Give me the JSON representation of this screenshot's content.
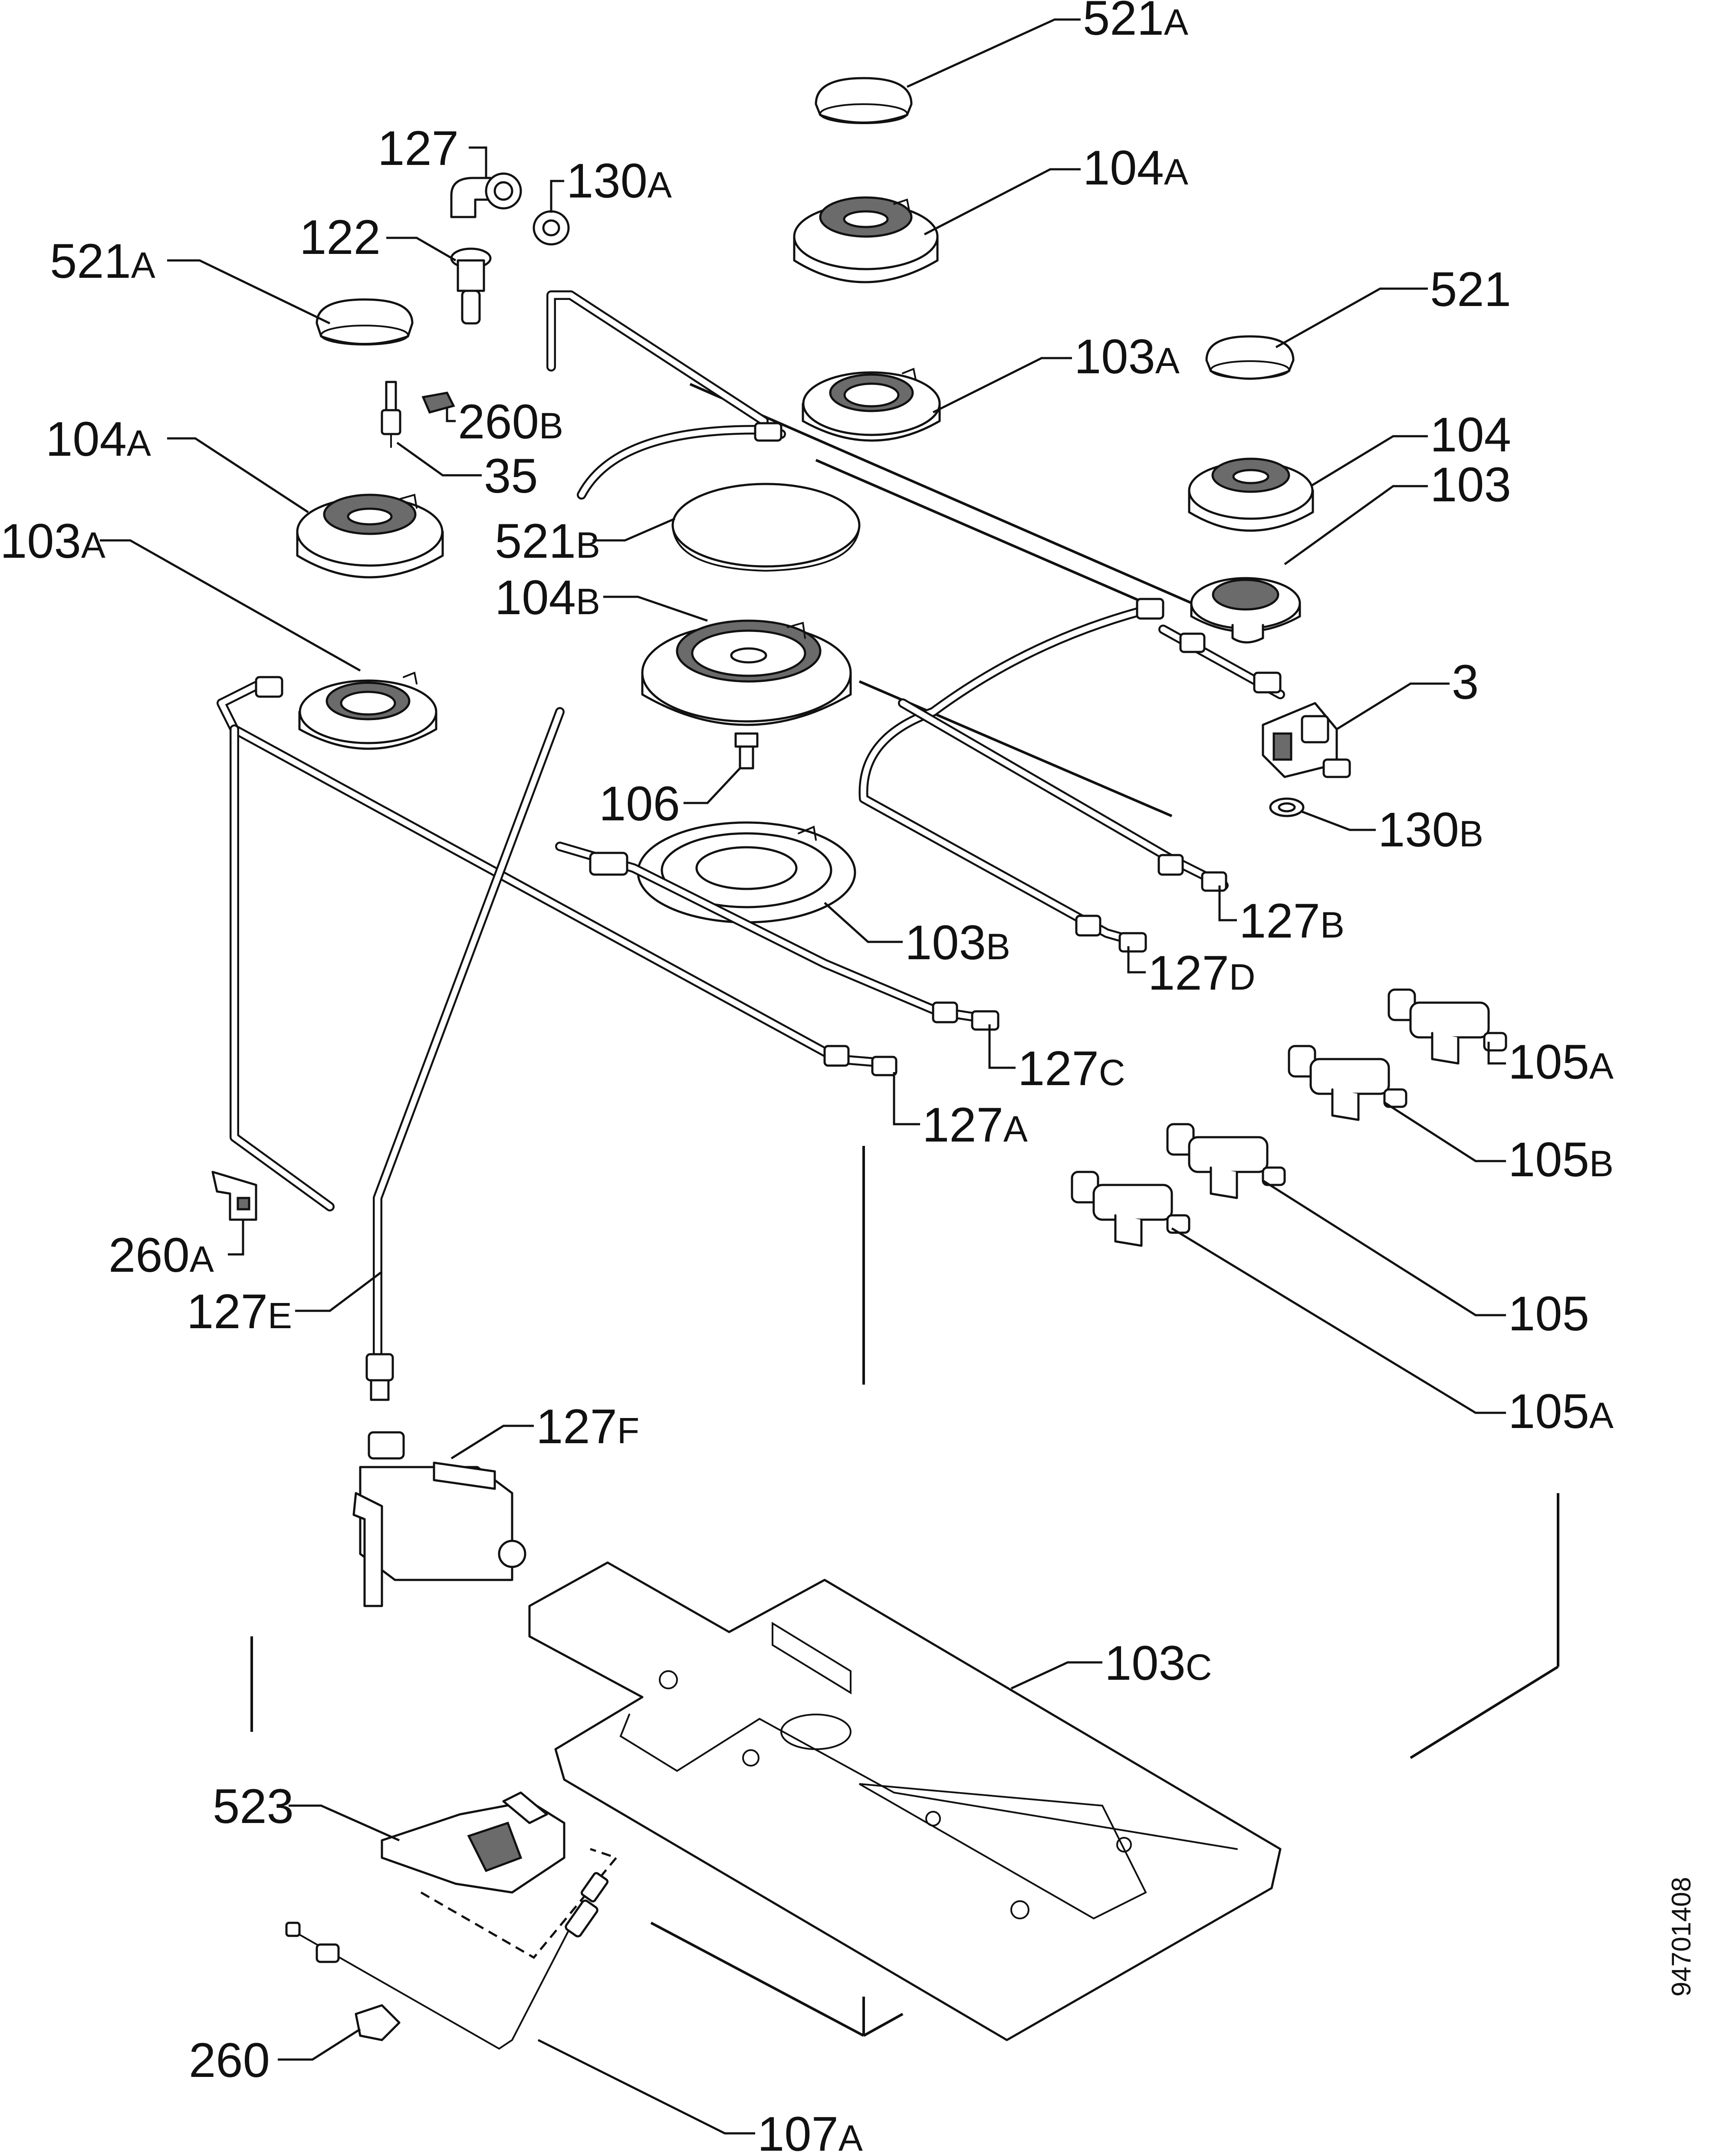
{
  "parts": [
    {
      "id": "521a-top",
      "number": "521",
      "suffix": "A"
    },
    {
      "id": "104a-top",
      "number": "104",
      "suffix": "A"
    },
    {
      "id": "521-right",
      "number": "521",
      "suffix": ""
    },
    {
      "id": "103a-top",
      "number": "103",
      "suffix": "A"
    },
    {
      "id": "104-right",
      "number": "104",
      "suffix": ""
    },
    {
      "id": "103-right",
      "number": "103",
      "suffix": ""
    },
    {
      "id": "3",
      "number": "3",
      "suffix": ""
    },
    {
      "id": "130b",
      "number": "130",
      "suffix": "B"
    },
    {
      "id": "127b",
      "number": "127",
      "suffix": "B"
    },
    {
      "id": "127d",
      "number": "127",
      "suffix": "D"
    },
    {
      "id": "105a-upper",
      "number": "105",
      "suffix": "A"
    },
    {
      "id": "105b",
      "number": "105",
      "suffix": "B"
    },
    {
      "id": "105",
      "number": "105",
      "suffix": ""
    },
    {
      "id": "105a-lower",
      "number": "105",
      "suffix": "A"
    },
    {
      "id": "127",
      "number": "127",
      "suffix": ""
    },
    {
      "id": "130a",
      "number": "130",
      "suffix": "A"
    },
    {
      "id": "122",
      "number": "122",
      "suffix": ""
    },
    {
      "id": "521a-left",
      "number": "521",
      "suffix": "A"
    },
    {
      "id": "260b",
      "number": "260",
      "suffix": "B"
    },
    {
      "id": "35",
      "number": "35",
      "suffix": ""
    },
    {
      "id": "104a-left",
      "number": "104",
      "suffix": "A"
    },
    {
      "id": "103a-left",
      "number": "103",
      "suffix": "A"
    },
    {
      "id": "521b",
      "number": "521",
      "suffix": "B"
    },
    {
      "id": "104b",
      "number": "104",
      "suffix": "B"
    },
    {
      "id": "106",
      "number": "106",
      "suffix": ""
    },
    {
      "id": "103b",
      "number": "103",
      "suffix": "B"
    },
    {
      "id": "127c",
      "number": "127",
      "suffix": "C"
    },
    {
      "id": "127a",
      "number": "127",
      "suffix": "A"
    },
    {
      "id": "260a",
      "number": "260",
      "suffix": "A"
    },
    {
      "id": "127e",
      "number": "127",
      "suffix": "E"
    },
    {
      "id": "127f",
      "number": "127",
      "suffix": "F"
    },
    {
      "id": "103c",
      "number": "103",
      "suffix": "C"
    },
    {
      "id": "523",
      "number": "523",
      "suffix": ""
    },
    {
      "id": "260",
      "number": "260",
      "suffix": ""
    },
    {
      "id": "107a",
      "number": "107",
      "suffix": "A"
    }
  ],
  "drawing_code": "94701408"
}
